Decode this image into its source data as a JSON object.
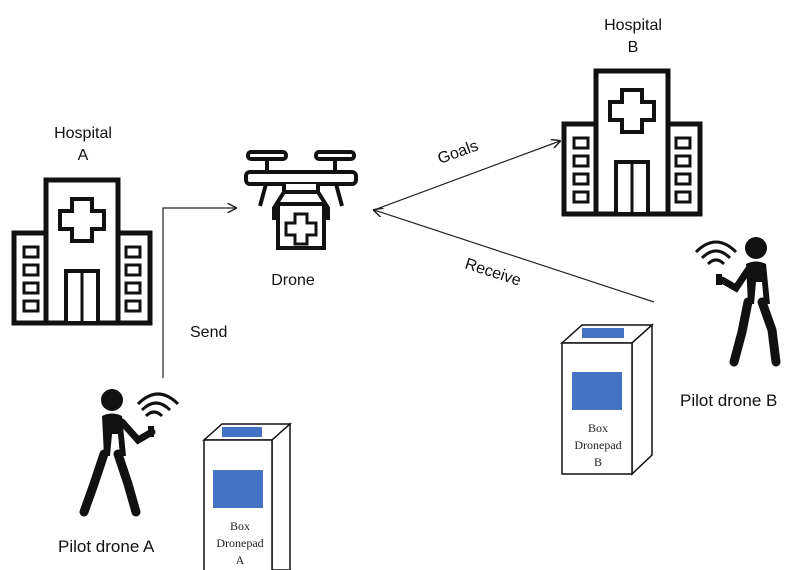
{
  "labels": {
    "hospital_a_line1": "Hospital",
    "hospital_a_line2": "A",
    "hospital_b_line1": "Hospital",
    "hospital_b_line2": "B",
    "drone": "Drone",
    "goals": "Goals",
    "receive": "Receive",
    "send": "Send",
    "pilot_a": "Pilot drone A",
    "pilot_b": "Pilot drone B"
  },
  "box_a": {
    "line1": "Box",
    "line2": "Dronepad",
    "line3": "A"
  },
  "box_b": {
    "line1": "Box",
    "line2": "Dronepad",
    "line3": "B"
  },
  "colors": {
    "box_screen": "#4472c4",
    "stroke": "#111111"
  },
  "icons": [
    "hospital-icon",
    "drone-icon",
    "person-with-remote-icon",
    "dronepad-box-icon"
  ]
}
